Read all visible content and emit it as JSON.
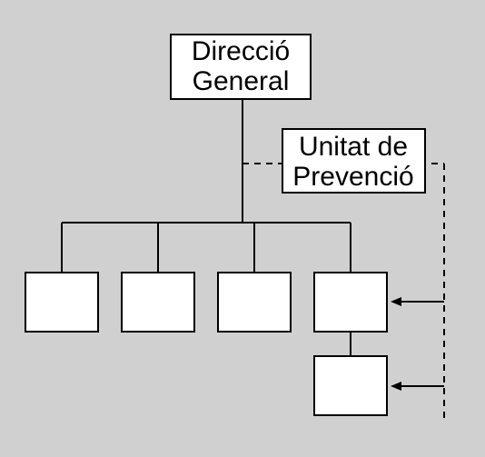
{
  "nodes": {
    "direccio_general": {
      "line1": "Direcció",
      "line2": "General"
    },
    "unitat_prevencio": {
      "line1": "Unitat de",
      "line2": "Prevenció"
    }
  },
  "colors": {
    "background": "#d0d0d0",
    "box_fill": "#ffffff",
    "line": "#000000"
  },
  "relations": {
    "staff_link": "dashed",
    "hierarchy_link": "solid",
    "advice_arrows": 2
  }
}
